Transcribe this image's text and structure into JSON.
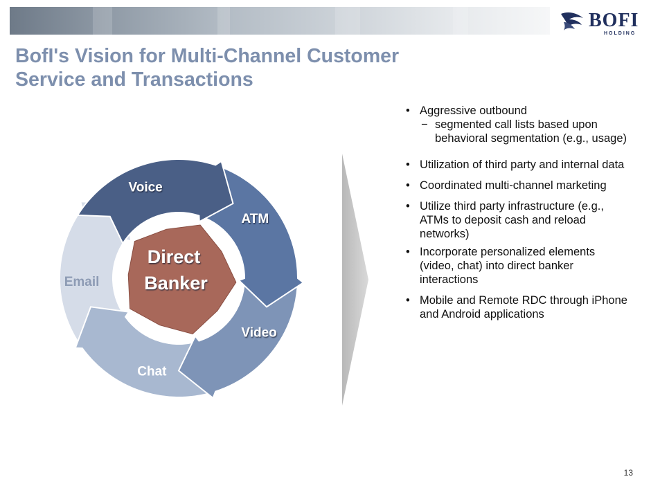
{
  "title_line1": "BofI's Vision for Multi-Channel Customer",
  "title_line2": "Service and Transactions",
  "logo": {
    "name": "BOFI",
    "sub": "HOLDING",
    "icon": "eagle-icon",
    "color": "#21305e"
  },
  "cycle": {
    "center_line1": "Direct",
    "center_line2": "Banker",
    "center_color": "#a8685a",
    "channels": [
      {
        "label": "Voice",
        "color": "#4a5f86"
      },
      {
        "label": "ATM",
        "color": "#5b76a3"
      },
      {
        "label": "Video",
        "color": "#7e94b7"
      },
      {
        "label": "Chat",
        "color": "#a8b8d0"
      },
      {
        "label": "Email",
        "color": "#d5dce8"
      }
    ]
  },
  "bullet_glyph": "•",
  "sub_glyph": "−",
  "bullets": [
    {
      "text": "Aggressive outbound",
      "sub": [
        "segmented call lists based upon behavioral segmentation (e.g., usage)"
      ]
    },
    {
      "text": "Utilization of third party and internal data"
    },
    {
      "text": "Coordinated multi-channel marketing"
    },
    {
      "text": "Utilize third party infrastructure (e.g., ATMs to deposit cash and reload networks)"
    },
    {
      "text": "Incorporate personalized elements (video, chat) into direct banker interactions"
    },
    {
      "text": "Mobile and Remote RDC through iPhone and Android applications"
    }
  ],
  "page_number": "13"
}
